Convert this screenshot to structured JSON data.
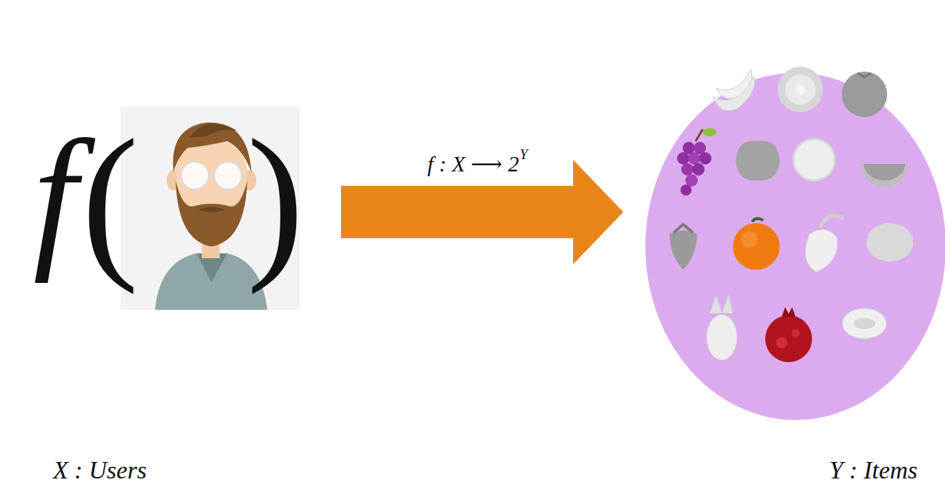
{
  "diagram": {
    "labels": [
      "f",
      "(",
      ")",
      "f : X ⟶ 2",
      "Y",
      "X : Users",
      "Y : Items"
    ]
  }
}
